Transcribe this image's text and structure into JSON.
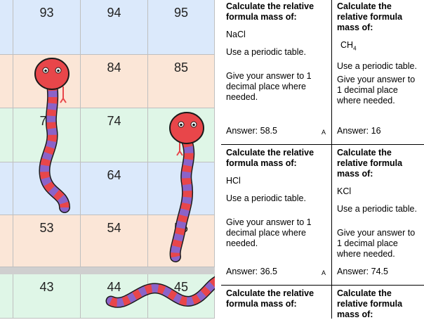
{
  "board": {
    "colors": {
      "blue": "#dbe9fb",
      "peach": "#fbe6d7",
      "mint": "#dff6e7",
      "grid": "#bfbfbf"
    },
    "rows": [
      {
        "band": "blue",
        "cells": [
          "93",
          "94",
          "95"
        ]
      },
      {
        "band": "peach",
        "cells": [
          "",
          "84",
          "85"
        ]
      },
      {
        "band": "mint",
        "cells": [
          "73",
          "74",
          ""
        ]
      },
      {
        "band": "blue",
        "cells": [
          "6",
          "64",
          ""
        ]
      },
      {
        "band": "peach",
        "cells": [
          "53",
          "54",
          "55"
        ]
      },
      {
        "band": "mint",
        "cells": [
          "43",
          "44",
          "45"
        ]
      }
    ],
    "snake_colors": {
      "red": "#e8464a",
      "purple": "#8b63c8",
      "outline": "#1a1a1a"
    }
  },
  "cards": [
    {
      "title": "Calculate the relative formula mass of:",
      "substance": "NaCl",
      "hint": "Use a periodic table.",
      "instruction": "Give your answer to 1 decimal place where needed.",
      "answer": "Answer: 58.5",
      "marker": "A"
    },
    {
      "title": "Calculate the relative formula mass of:",
      "substance_main": "CH",
      "substance_sub": "4",
      "hint": "Use a periodic table.",
      "instruction": "Give your answer to 1 decimal place where needed.",
      "answer": "Answer: 16"
    },
    {
      "title": "Calculate the relative formula mass of:",
      "substance": "HCl",
      "hint": "Use a periodic table.",
      "instruction": "Give your answer to 1 decimal place where needed.",
      "answer": "Answer: 36.5",
      "marker": "A"
    },
    {
      "title": "Calculate the relative formula mass of:",
      "substance": "KCl",
      "hint": "Use a periodic table.",
      "instruction": "Give your answer to 1 decimal place where needed.",
      "answer": "Answer: 74.5"
    },
    {
      "title": "Calculate the relative formula mass of:"
    },
    {
      "title": "Calculate the relative formula mass of:"
    }
  ]
}
